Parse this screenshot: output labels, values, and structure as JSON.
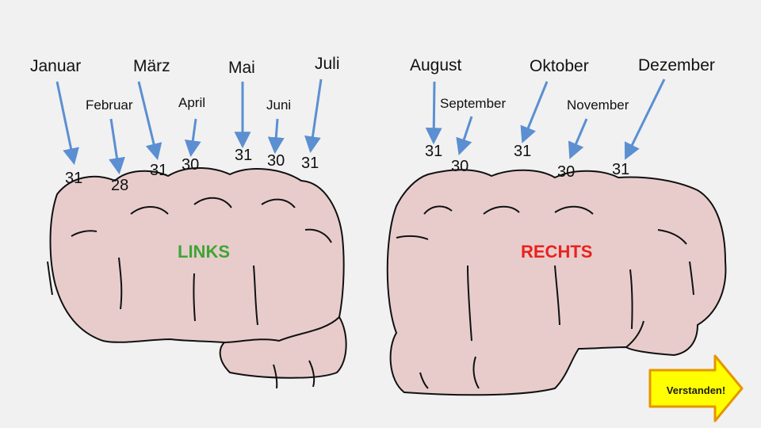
{
  "months_left": {
    "januar": "Januar",
    "februar": "Februar",
    "maerz": "März",
    "april": "April",
    "mai": "Mai",
    "juni": "Juni",
    "juli": "Juli"
  },
  "months_right": {
    "august": "August",
    "september": "September",
    "oktober": "Oktober",
    "november": "November",
    "dezember": "Dezember"
  },
  "days": {
    "januar": "31",
    "februar": "28",
    "maerz": "31",
    "april": "30",
    "mai": "31",
    "juni": "30",
    "juli": "31",
    "august": "31",
    "september": "30",
    "oktober": "31",
    "november": "30",
    "dezember": "31"
  },
  "hands": {
    "left": "LINKS",
    "right": "RECHTS"
  },
  "colors": {
    "skin": "#e8cccc",
    "outline": "#111111",
    "arrow": "#5b8fd1",
    "left_label": "#3fa535",
    "right_label": "#e8231c",
    "button_fill": "#ffff00",
    "button_border": "#e69500"
  },
  "button": {
    "label": "Verstanden!",
    "icon": "arrow-right-icon"
  }
}
